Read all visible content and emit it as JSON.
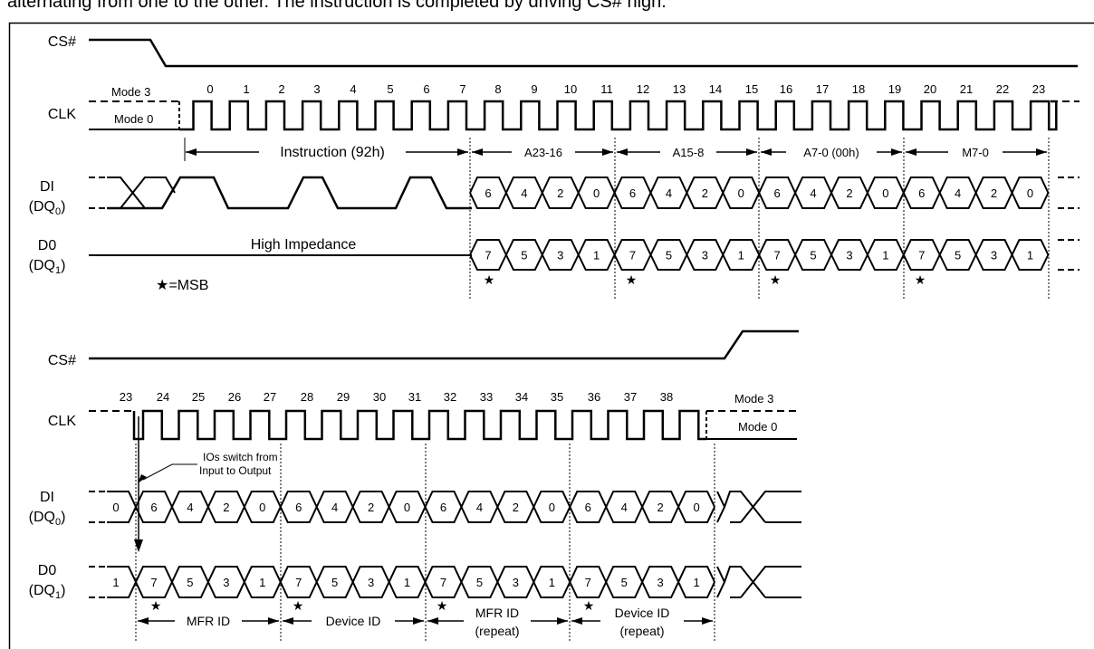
{
  "intro_text": "alternating from one to the other. The instruction is completed by driving CS# high.",
  "signals": {
    "cs": "CS#",
    "clk": "CLK",
    "di": "DI",
    "di_sub": "(DQ",
    "di_idx": "0",
    "do": "D0",
    "do_sub": "(DQ",
    "do_idx": "1",
    "paren_close": ")"
  },
  "modes": {
    "mode3": "Mode 3",
    "mode0": "Mode 0"
  },
  "top": {
    "clock_numbers": [
      "0",
      "1",
      "2",
      "3",
      "4",
      "5",
      "6",
      "7",
      "8",
      "9",
      "10",
      "11",
      "12",
      "13",
      "14",
      "15",
      "16",
      "17",
      "18",
      "19",
      "20",
      "21",
      "22",
      "23"
    ],
    "segments": [
      "Instruction (92h)",
      "A23-16",
      "A15-8",
      "A7-0 (00h)",
      "M7-0"
    ],
    "di_bits": [
      "6",
      "4",
      "2",
      "0",
      "6",
      "4",
      "2",
      "0",
      "6",
      "4",
      "2",
      "0",
      "6",
      "4",
      "2",
      "0"
    ],
    "do_bits": [
      "7",
      "5",
      "3",
      "1",
      "7",
      "5",
      "3",
      "1",
      "7",
      "5",
      "3",
      "1",
      "7",
      "5",
      "3",
      "1"
    ],
    "high_impedance": "High Impedance",
    "msb_legend": "★=MSB"
  },
  "bottom": {
    "clock_numbers": [
      "23",
      "24",
      "25",
      "26",
      "27",
      "28",
      "29",
      "30",
      "31",
      "32",
      "33",
      "34",
      "35",
      "36",
      "37",
      "38"
    ],
    "di_bits": [
      "0",
      "6",
      "4",
      "2",
      "0",
      "6",
      "4",
      "2",
      "0",
      "6",
      "4",
      "2",
      "0",
      "6",
      "4",
      "2",
      "0"
    ],
    "do_bits": [
      "1",
      "7",
      "5",
      "3",
      "1",
      "7",
      "5",
      "3",
      "1",
      "7",
      "5",
      "3",
      "1",
      "7",
      "5",
      "3",
      "1"
    ],
    "io_switch": [
      "IOs switch from",
      "Input to Output"
    ],
    "segments": [
      {
        "line1": "MFR ID",
        "line2": ""
      },
      {
        "line1": "Device ID",
        "line2": ""
      },
      {
        "line1": "MFR ID",
        "line2": "(repeat)"
      },
      {
        "line1": "Device ID",
        "line2": "(repeat)"
      }
    ]
  },
  "star": "★"
}
